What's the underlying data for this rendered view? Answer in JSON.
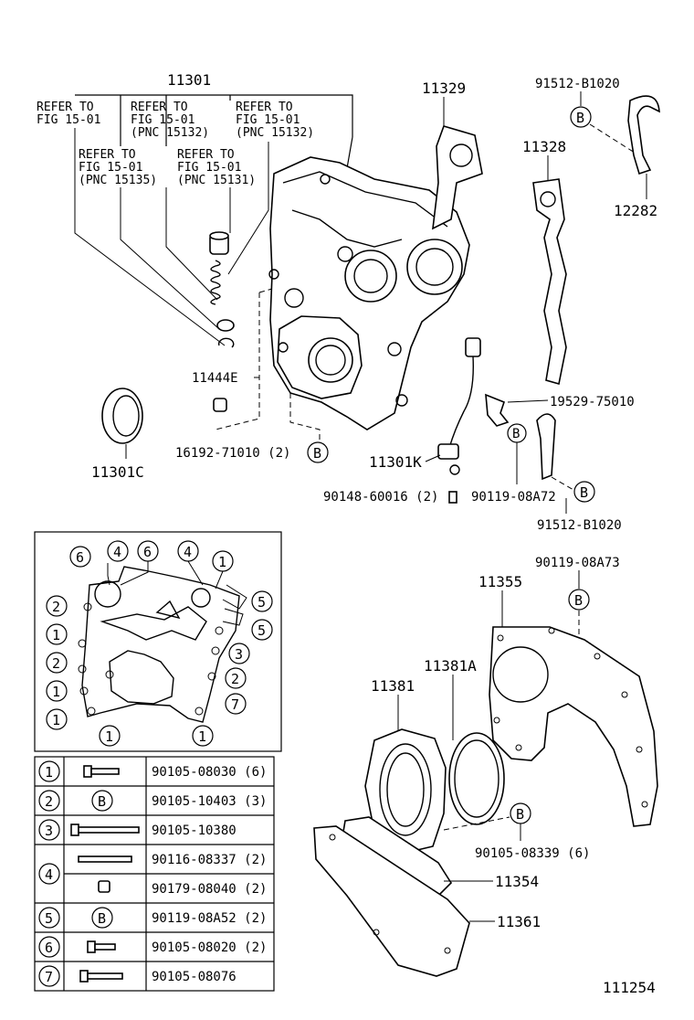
{
  "top_part_number": "11301",
  "refer_notes": [
    {
      "line1": "REFER TO",
      "line2": "FIG 15-01",
      "line3": ""
    },
    {
      "line1": "REFER TO",
      "line2": "FIG 15-01",
      "line3": "(PNC 15132)"
    },
    {
      "line1": "REFER TO",
      "line2": "FIG 15-01",
      "line3": "(PNC 15132)"
    },
    {
      "line1": "REFER TO",
      "line2": "FIG 15-01",
      "line3": "(PNC 15135)"
    },
    {
      "line1": "REFER TO",
      "line2": "FIG 15-01",
      "line3": "(PNC 15131)"
    }
  ],
  "part_labels": {
    "p11329": "11329",
    "p91512_top": "91512-B1020",
    "p11328": "11328",
    "p12282": "12282",
    "p11444E": "11444E",
    "p11301C": "11301C",
    "p19529": "19529-75010",
    "p16192": "16192-71010 (2)",
    "p11301K": "11301K",
    "p90148": "90148-60016 (2)",
    "p90119_a72": "90119-08A72",
    "p91512_bot": "91512-B1020",
    "p90119_a73": "90119-08A73",
    "p11355": "11355",
    "p11381A": "11381A",
    "p11381": "11381",
    "p90105_08339": "90105-08339 (6)",
    "p11354": "11354",
    "p11361": "11361"
  },
  "callout_letter": "B",
  "bolt_diagram_numbers": {
    "top": [
      "6",
      "4",
      "6",
      "4",
      "1"
    ],
    "left": [
      "2",
      "1",
      "2",
      "1",
      "1"
    ],
    "right": [
      "5",
      "5",
      "3",
      "2",
      "7"
    ],
    "bottom": [
      "1",
      "1"
    ]
  },
  "bolt_table": [
    {
      "key": "1",
      "symbol": "bolt",
      "part": "90105-08030 (6)"
    },
    {
      "key": "2",
      "symbol": "B",
      "part": "90105-10403 (3)"
    },
    {
      "key": "3",
      "symbol": "long-bolt",
      "part": "90105-10380"
    },
    {
      "key": "4",
      "symbol": "stud",
      "part": "90116-08337 (2)"
    },
    {
      "key": "",
      "symbol": "nut",
      "part": "90179-08040 (2)"
    },
    {
      "key": "5",
      "symbol": "B",
      "part": "90119-08A52 (2)"
    },
    {
      "key": "6",
      "symbol": "flange-bolt",
      "part": "90105-08020 (2)"
    },
    {
      "key": "7",
      "symbol": "bolt",
      "part": "90105-08076"
    }
  ],
  "figure_number": "111254"
}
